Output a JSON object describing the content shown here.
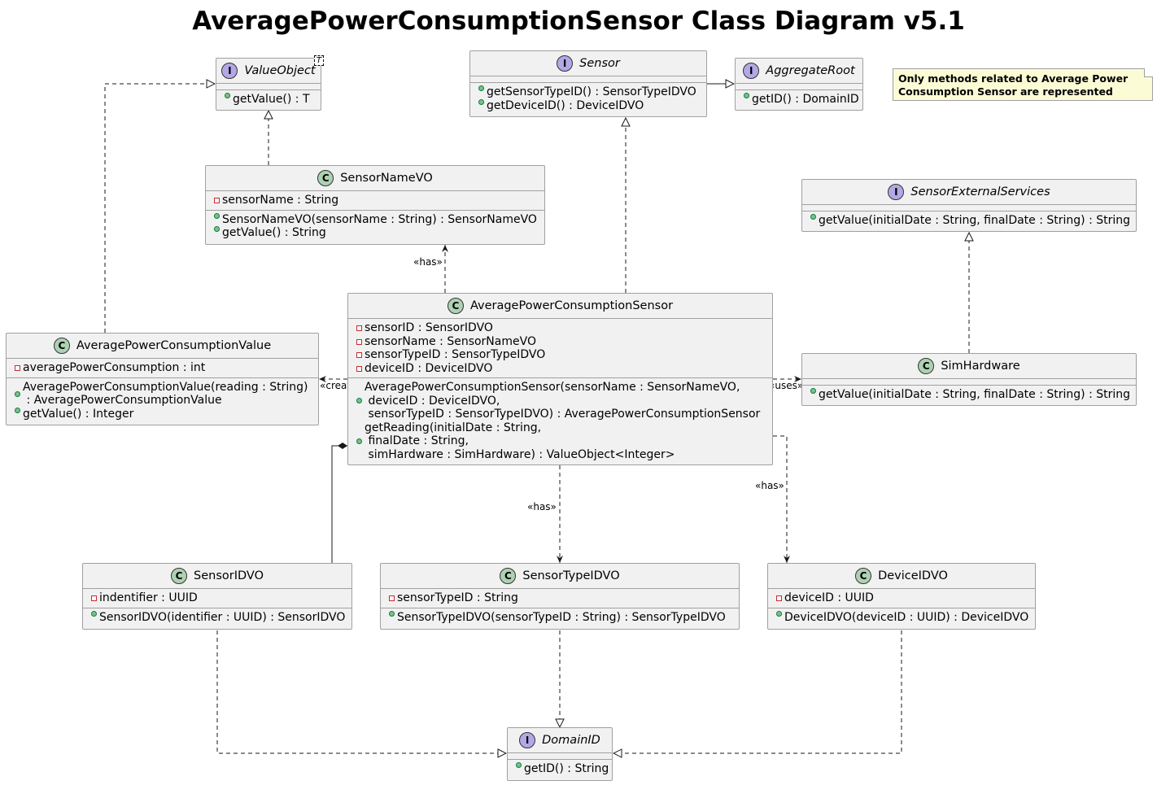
{
  "title": "AveragePowerConsumptionSensor Class Diagram v5.1",
  "note": [
    "Only methods related to Average Power",
    "Consumption Sensor are represented"
  ],
  "classes": {
    "value_object": {
      "name": "ValueObject",
      "stereotype_letter": "I",
      "type_param": "T",
      "attributes": [],
      "methods": [
        {
          "vis": "public",
          "text": "getValue() : T"
        }
      ]
    },
    "sensor": {
      "name": "Sensor",
      "stereotype_letter": "I",
      "attributes": [],
      "methods": [
        {
          "vis": "public",
          "text": "getSensorTypeID() : SensorTypeIDVO"
        },
        {
          "vis": "public",
          "text": "getDeviceID() : DeviceIDVO"
        }
      ]
    },
    "aggregate_root": {
      "name": "AggregateRoot",
      "stereotype_letter": "I",
      "attributes": [],
      "methods": [
        {
          "vis": "public",
          "text": "getID() : DomainID"
        }
      ]
    },
    "sensor_name_vo": {
      "name": "SensorNameVO",
      "stereotype_letter": "C",
      "attributes": [
        {
          "vis": "private",
          "text": "sensorName : String"
        }
      ],
      "methods": [
        {
          "vis": "public",
          "text": "SensorNameVO(sensorName : String) : SensorNameVO"
        },
        {
          "vis": "public",
          "text": "getValue() : String"
        }
      ]
    },
    "sensor_external_services": {
      "name": "SensorExternalServices",
      "stereotype_letter": "I",
      "attributes": [],
      "methods": [
        {
          "vis": "public",
          "text": "getValue(initialDate : String, finalDate : String) : String"
        }
      ]
    },
    "average_power_consumption_sensor": {
      "name": "AveragePowerConsumptionSensor",
      "stereotype_letter": "C",
      "attributes": [
        {
          "vis": "private",
          "text": "sensorID : SensorIDVO"
        },
        {
          "vis": "private",
          "text": "sensorName : SensorNameVO"
        },
        {
          "vis": "private",
          "text": "sensorTypeID : SensorTypeIDVO"
        },
        {
          "vis": "private",
          "text": "deviceID : DeviceIDVO"
        }
      ],
      "methods": [
        {
          "vis": "public",
          "lines": [
            "AveragePowerConsumptionSensor(sensorName : SensorNameVO,",
            " deviceID : DeviceIDVO,",
            " sensorTypeID : SensorTypeIDVO) : AveragePowerConsumptionSensor"
          ]
        },
        {
          "vis": "public",
          "lines": [
            "getReading(initialDate : String,",
            " finalDate : String,",
            " simHardware : SimHardware) : ValueObject<Integer>"
          ]
        }
      ]
    },
    "average_power_consumption_value": {
      "name": "AveragePowerConsumptionValue",
      "stereotype_letter": "C",
      "attributes": [
        {
          "vis": "private",
          "text": "averagePowerConsumption : int"
        }
      ],
      "methods": [
        {
          "vis": "public",
          "lines": [
            "AveragePowerConsumptionValue(reading : String)",
            " : AveragePowerConsumptionValue"
          ]
        },
        {
          "vis": "public",
          "text": "getValue() : Integer"
        }
      ]
    },
    "sim_hardware": {
      "name": "SimHardware",
      "stereotype_letter": "C",
      "attributes": [],
      "methods": [
        {
          "vis": "public",
          "text": "getValue(initialDate : String, finalDate : String) : String"
        }
      ]
    },
    "sensor_id_vo": {
      "name": "SensorIDVO",
      "stereotype_letter": "C",
      "attributes": [
        {
          "vis": "private",
          "text": "indentifier : UUID"
        }
      ],
      "methods": [
        {
          "vis": "public",
          "text": "SensorIDVO(identifier : UUID) : SensorIDVO"
        }
      ]
    },
    "sensor_type_id_vo": {
      "name": "SensorTypeIDVO",
      "stereotype_letter": "C",
      "attributes": [
        {
          "vis": "private",
          "text": "sensorTypeID : String"
        }
      ],
      "methods": [
        {
          "vis": "public",
          "text": "SensorTypeIDVO(sensorTypeID : String) : SensorTypeIDVO"
        }
      ]
    },
    "device_id_vo": {
      "name": "DeviceIDVO",
      "stereotype_letter": "C",
      "attributes": [
        {
          "vis": "private",
          "text": "deviceID : UUID"
        }
      ],
      "methods": [
        {
          "vis": "public",
          "text": "DeviceIDVO(deviceID : UUID) : DeviceIDVO"
        }
      ]
    },
    "domain_id": {
      "name": "DomainID",
      "stereotype_letter": "I",
      "attributes": [],
      "methods": [
        {
          "vis": "public",
          "text": "getID() : String"
        }
      ]
    }
  },
  "relations": {
    "has": "«has»",
    "creates": "«creates»",
    "uses": "«uses»"
  }
}
